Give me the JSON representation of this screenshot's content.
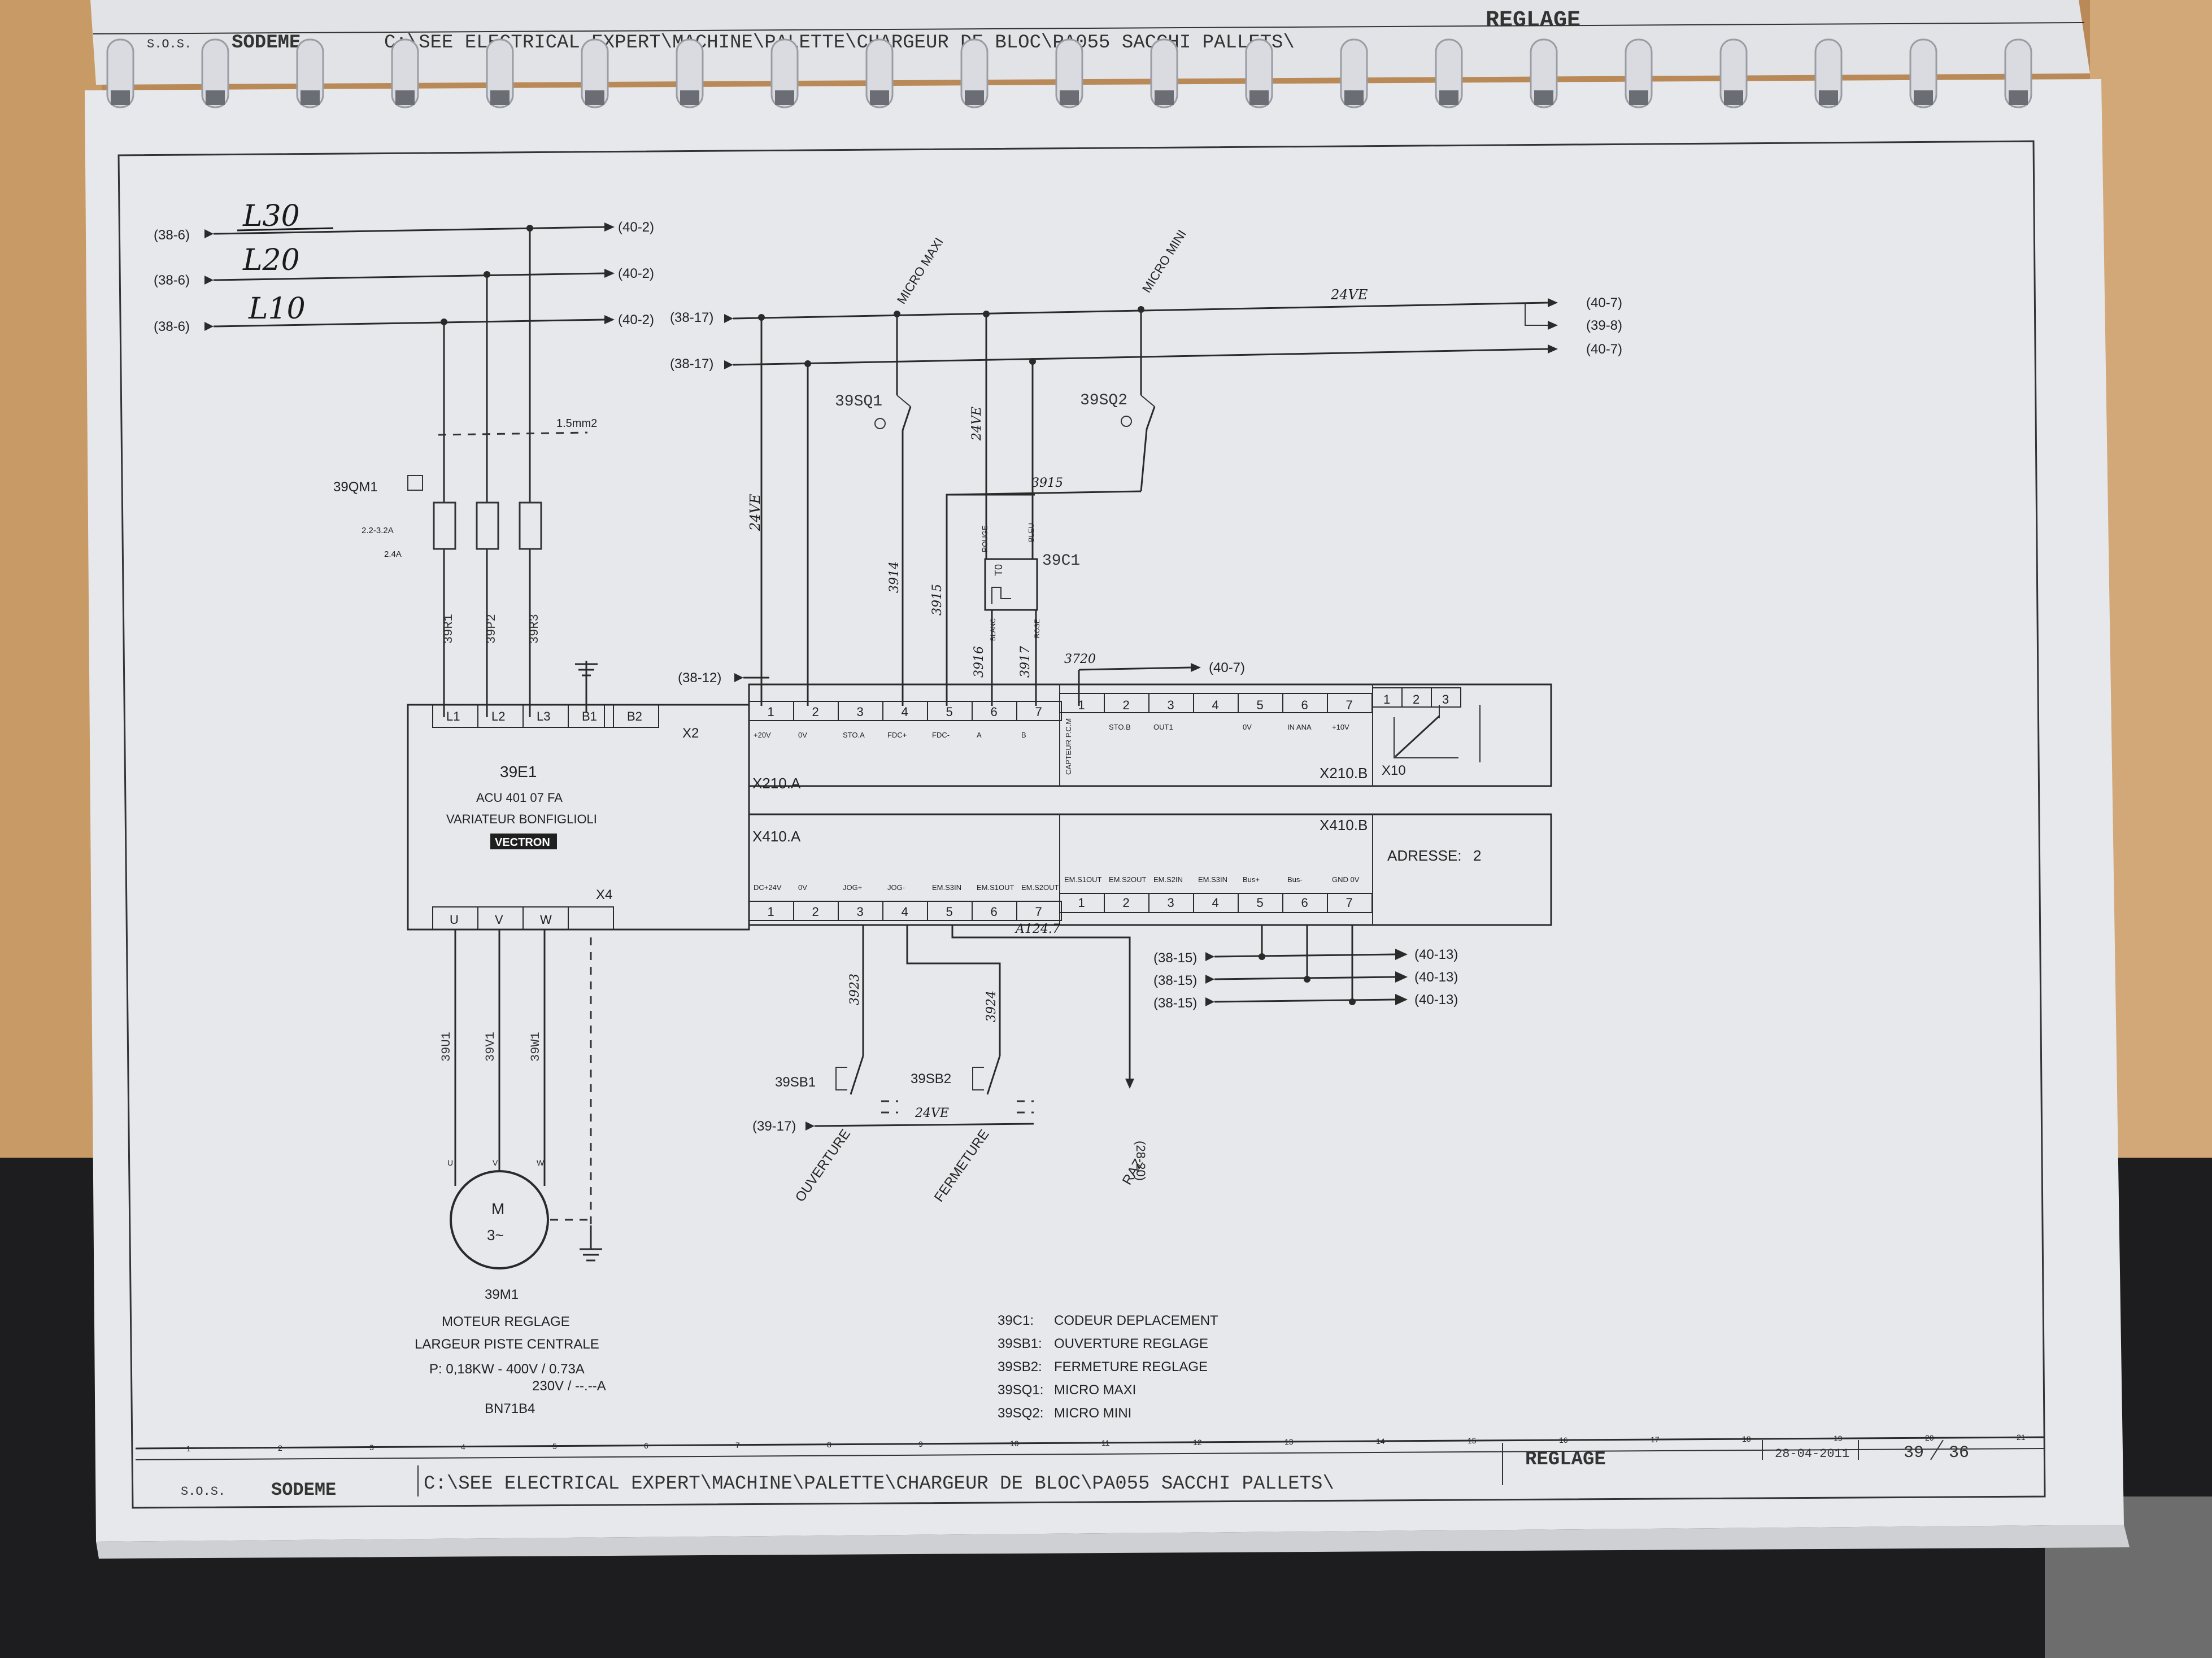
{
  "title_block": {
    "company": "SODEME",
    "company_prefix": "S.O.S.",
    "path": "C:\\SEE ELECTRICAL EXPERT\\MACHINE\\PALETTE\\CHARGEUR DE BLOC\\PA055 SACCHI PALLETS\\",
    "section": "REGLAGE",
    "date": "28-04-2011",
    "page": "39",
    "total": "36",
    "col_numbers": [
      "1",
      "2",
      "3",
      "4",
      "5",
      "6",
      "7",
      "8",
      "9",
      "10",
      "11",
      "12",
      "13",
      "14",
      "15",
      "16",
      "17",
      "18",
      "19",
      "20",
      "21"
    ]
  },
  "handwritten": {
    "l30": "L30",
    "l20": "L20",
    "l10": "L10"
  },
  "refs": {
    "r38_6": "(38-6)",
    "r40_2": "(40-2)",
    "r38_17": "(38-17)",
    "r40_7": "(40-7)",
    "r39_8": "(39-8)",
    "r38_12": "(38-12)",
    "r38_15": "(38-15)",
    "r40_13": "(40-13)",
    "r39_17": "(39-17)",
    "r28_20": "(28-20)"
  },
  "wires": {
    "w24ve": "24VE",
    "w3914": "3914",
    "w3915": "3915",
    "w3916": "3916",
    "w3917": "3917",
    "w3720": "3720",
    "w3923": "3923",
    "w3924": "3924",
    "wa124": "A124.7",
    "w39u1": "39U1",
    "w39v1": "39V1",
    "w39w1": "39W1",
    "w39r1": "39R1",
    "w39p2": "39P2",
    "w39r3": "39R3",
    "section_mm": "1.5mm2"
  },
  "components": {
    "qm1": "39QM1",
    "qm1_range": "2.2-3.2A",
    "qm1_set": "2.4A",
    "sq1": "39SQ1",
    "sq2": "39SQ2",
    "c1": "39C1",
    "c1_t0": "T0",
    "c1_rouge": "ROUGE",
    "c1_bleu": "BLEU",
    "c1_blanc": "BLANC",
    "c1_rose": "ROSE",
    "sb1": "39SB1",
    "sb2": "39SB2",
    "micro_maxi": "MICRO MAXI",
    "micro_mini": "MICRO MINI",
    "ouverture": "OUVERTURE",
    "fermeture": "FERMETURE",
    "raz": "RAZ"
  },
  "drive": {
    "id": "39E1",
    "model": "ACU 401 07 FA",
    "desc": "VARIATEUR BONFIGLIOLI",
    "brand": "VECTRON",
    "x2": "X2",
    "x4": "X4",
    "x10": "X10",
    "x210a": "X210.A",
    "x210b": "X210.B",
    "x410a": "X410.A",
    "x410b": "X410.B",
    "adresse": "ADRESSE:",
    "adresse_val": "2",
    "power_terms": [
      "L1",
      "L2",
      "L3",
      "B1",
      "B2"
    ],
    "out_terms": [
      "U",
      "V",
      "W"
    ],
    "x210a_nums": [
      "1",
      "2",
      "3",
      "4",
      "5",
      "6",
      "7"
    ],
    "x210a_labels": [
      "+20V",
      "0V",
      "STO.A",
      "FDC+",
      "FDC-",
      "A",
      "B"
    ],
    "x210b_nums": [
      "1",
      "2",
      "3",
      "4",
      "5",
      "6",
      "7"
    ],
    "x210b_labels": [
      "CAPTEUR P.C.M",
      "STO.B",
      "OUT1",
      "",
      "0V",
      "IN ANA",
      "+10V"
    ],
    "x10_nums": [
      "1",
      "2",
      "3"
    ],
    "x410a_nums": [
      "1",
      "2",
      "3",
      "4",
      "5",
      "6",
      "7"
    ],
    "x410a_labels": [
      "DC+24V",
      "0V",
      "JOG+",
      "JOG-",
      "EM.S3IN",
      "EM.S1OUT",
      "EM.S2OUT"
    ],
    "x410b_nums": [
      "1",
      "2",
      "3",
      "4",
      "5",
      "6",
      "7"
    ],
    "x410b_labels": [
      "EM.S1OUT",
      "EM.S2OUT",
      "EM.S2IN",
      "EM.S3IN",
      "Bus+",
      "Bus-",
      "GND 0V"
    ]
  },
  "motor": {
    "id": "39M1",
    "m": "M",
    "phase": "3~",
    "desc1": "MOTEUR REGLAGE",
    "desc2": "LARGEUR PISTE CENTRALE",
    "power": "P: 0,18KW - 400V / 0.73A",
    "alt": "230V / --.--A",
    "type": "BN71B4",
    "u": "U",
    "v": "V",
    "w": "W"
  },
  "legend": [
    {
      "code": "39C1:",
      "text": "CODEUR DEPLACEMENT"
    },
    {
      "code": "39SB1:",
      "text": "OUVERTURE REGLAGE"
    },
    {
      "code": "39SB2:",
      "text": "FERMETURE REGLAGE"
    },
    {
      "code": "39SQ1:",
      "text": "MICRO MAXI"
    },
    {
      "code": "39SQ2:",
      "text": "MICRO MINI"
    }
  ]
}
